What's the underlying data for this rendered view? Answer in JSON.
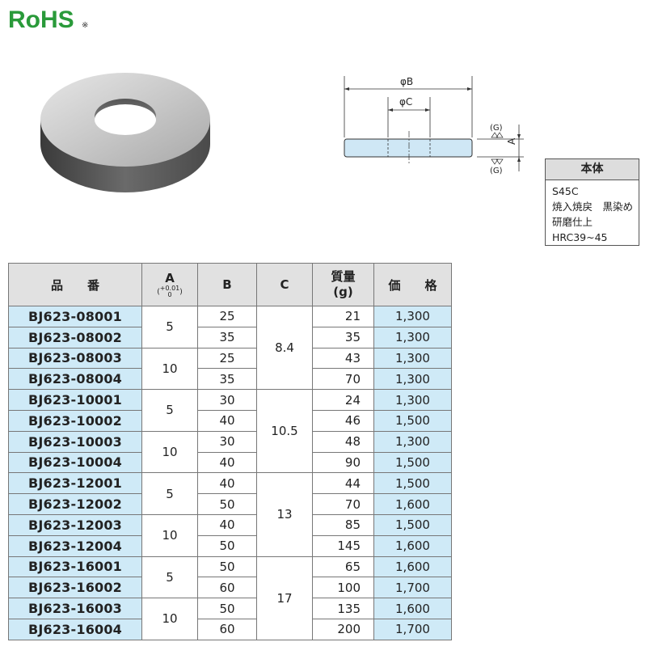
{
  "logo": {
    "text": "RoHS",
    "mark": "※",
    "color": "#2a9a3a"
  },
  "drawing": {
    "label_B": "φB",
    "label_C": "φC",
    "label_A": "A",
    "label_G_top": "(G)",
    "label_G_bottom": "(G)"
  },
  "material": {
    "heading": "本体",
    "lines": [
      "S45C",
      "焼入焼戻　黒染め",
      "研磨仕上",
      "HRC39~45"
    ]
  },
  "table": {
    "headers": {
      "part": "品　　番",
      "a": "A",
      "a_tol_upper": "+0.01",
      "a_tol_lower": "0",
      "b": "B",
      "c": "C",
      "mass": "質量",
      "mass_unit": "(g)",
      "price": "価　　格"
    },
    "rows": [
      {
        "part": "BJ623-08001",
        "a": "5",
        "b": "25",
        "c": "8.4",
        "mass": "21",
        "price": "1,300"
      },
      {
        "part": "BJ623-08002",
        "a": "5",
        "b": "35",
        "c": "8.4",
        "mass": "35",
        "price": "1,300"
      },
      {
        "part": "BJ623-08003",
        "a": "10",
        "b": "25",
        "c": "8.4",
        "mass": "43",
        "price": "1,300"
      },
      {
        "part": "BJ623-08004",
        "a": "10",
        "b": "35",
        "c": "8.4",
        "mass": "70",
        "price": "1,300"
      },
      {
        "part": "BJ623-10001",
        "a": "5",
        "b": "30",
        "c": "10.5",
        "mass": "24",
        "price": "1,300"
      },
      {
        "part": "BJ623-10002",
        "a": "5",
        "b": "40",
        "c": "10.5",
        "mass": "46",
        "price": "1,500"
      },
      {
        "part": "BJ623-10003",
        "a": "10",
        "b": "30",
        "c": "10.5",
        "mass": "48",
        "price": "1,300"
      },
      {
        "part": "BJ623-10004",
        "a": "10",
        "b": "40",
        "c": "10.5",
        "mass": "90",
        "price": "1,500"
      },
      {
        "part": "BJ623-12001",
        "a": "5",
        "b": "40",
        "c": "13",
        "mass": "44",
        "price": "1,500"
      },
      {
        "part": "BJ623-12002",
        "a": "5",
        "b": "50",
        "c": "13",
        "mass": "70",
        "price": "1,600"
      },
      {
        "part": "BJ623-12003",
        "a": "10",
        "b": "40",
        "c": "13",
        "mass": "85",
        "price": "1,500"
      },
      {
        "part": "BJ623-12004",
        "a": "10",
        "b": "50",
        "c": "13",
        "mass": "145",
        "price": "1,600"
      },
      {
        "part": "BJ623-16001",
        "a": "5",
        "b": "50",
        "c": "17",
        "mass": "65",
        "price": "1,600"
      },
      {
        "part": "BJ623-16002",
        "a": "5",
        "b": "60",
        "c": "17",
        "mass": "100",
        "price": "1,700"
      },
      {
        "part": "BJ623-16003",
        "a": "10",
        "b": "50",
        "c": "17",
        "mass": "135",
        "price": "1,600"
      },
      {
        "part": "BJ623-16004",
        "a": "10",
        "b": "60",
        "c": "17",
        "mass": "200",
        "price": "1,700"
      }
    ]
  }
}
